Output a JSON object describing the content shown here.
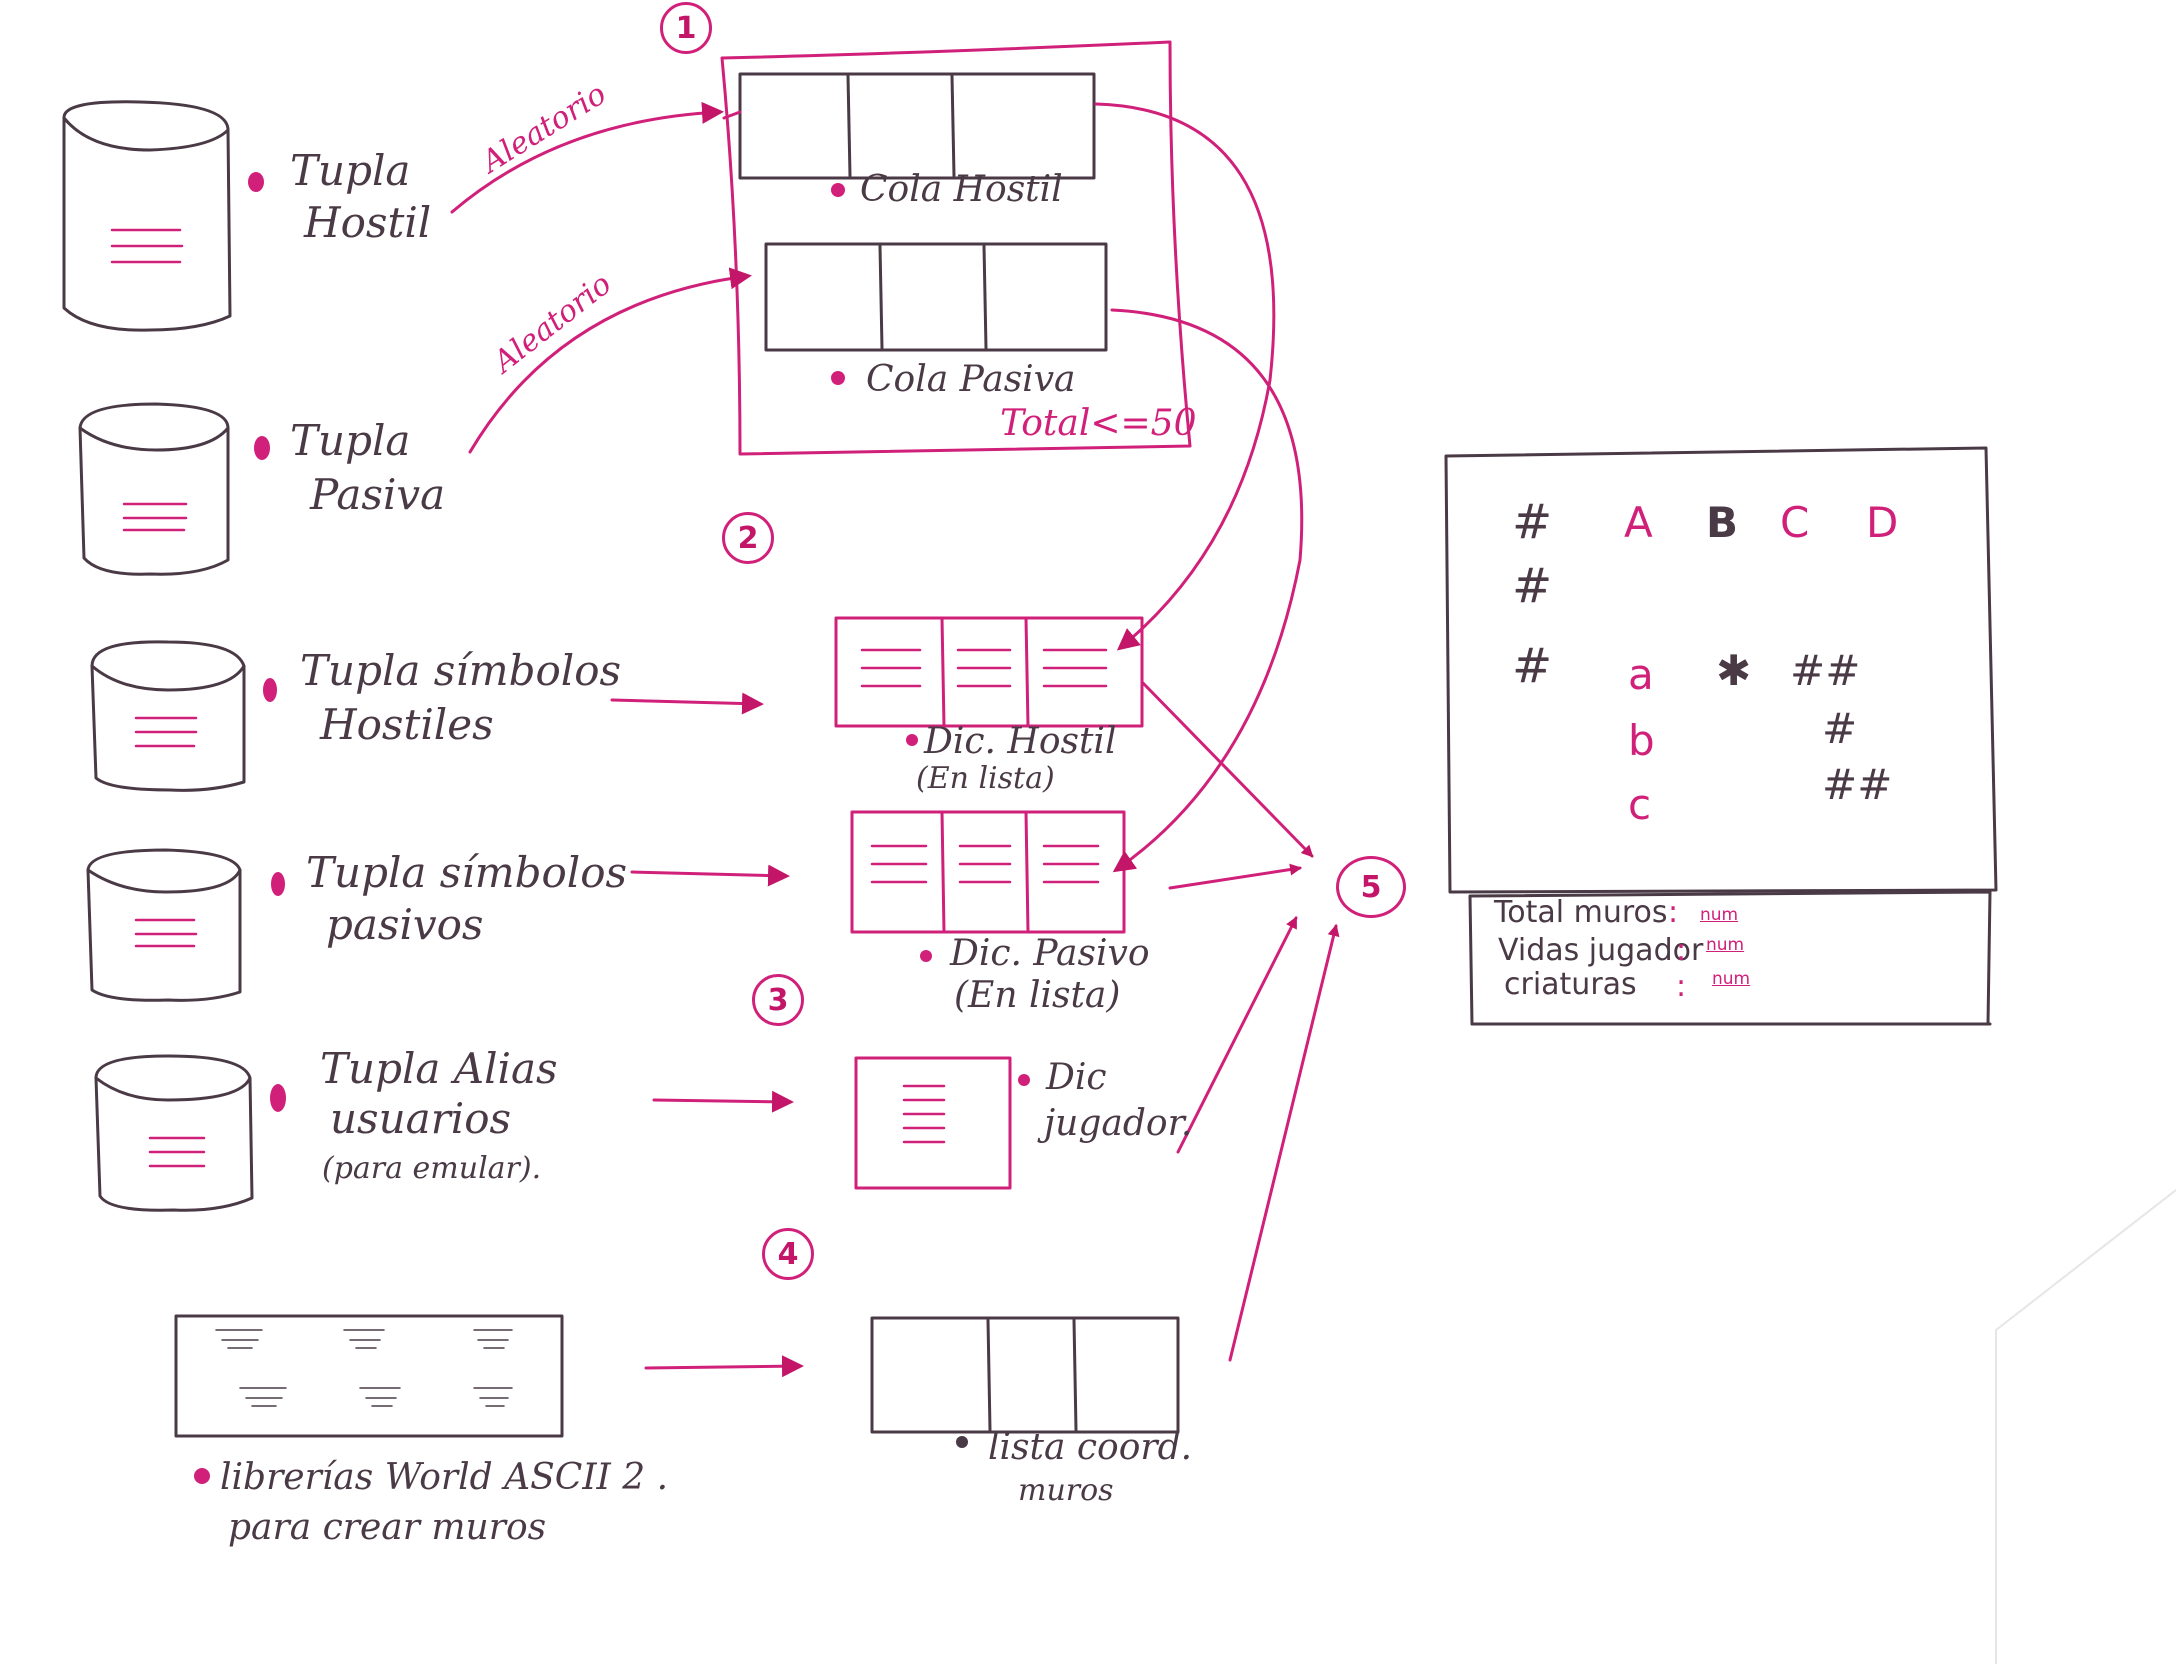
{
  "sources": {
    "tupla_hostil": [
      "Tupla",
      "Hostil"
    ],
    "tupla_pasiva": [
      "Tupla",
      "Pasiva"
    ],
    "tupla_simbolos_hostiles": [
      "Tupla símbolos",
      "Hostiles"
    ],
    "tupla_simbolos_pasivos": [
      "Tupla símbolos",
      "pasivos"
    ],
    "tupla_alias": [
      "Tupla Alias",
      "usuarios",
      "(para emular)."
    ],
    "librerias": [
      "librerías World ASCII 2 .",
      "para crear muros"
    ]
  },
  "arrows": {
    "aleatorio_top": "Aleatorio",
    "aleatorio_bottom": "Aleatorio"
  },
  "steps": {
    "s1": "1",
    "s2": "2",
    "s3": "3",
    "s4": "4",
    "s5": "5"
  },
  "structures": {
    "cola_hostil": "Cola Hostil",
    "cola_pasiva": "Cola Pasiva",
    "total": "Total<=50",
    "dic_hostil": [
      "Dic. Hostil",
      "(En lista)"
    ],
    "dic_pasivo": [
      "Dic. Pasivo",
      "(En lista)"
    ],
    "dic_jugador": [
      "Dic",
      "jugador."
    ],
    "lista_coord": [
      "lista coord.",
      "muros"
    ]
  },
  "board": {
    "header_row": [
      "#",
      "A",
      "B",
      "C",
      "D"
    ],
    "row_marks": [
      "#",
      "#",
      "#"
    ],
    "lowercase": [
      "a",
      "b",
      "c"
    ],
    "star": "✱",
    "walls": [
      "##",
      "#",
      "##"
    ],
    "stats": [
      {
        "label": "Total muros",
        "sep": ":",
        "value": "num"
      },
      {
        "label": "Vidas jugador",
        "sep": ":",
        "value": "num"
      },
      {
        "label": "criaturas",
        "sep": ":",
        "value": "num"
      }
    ]
  },
  "colors": {
    "ink_dark": "#4a3a46",
    "ink_magenta": "#d0207a"
  }
}
